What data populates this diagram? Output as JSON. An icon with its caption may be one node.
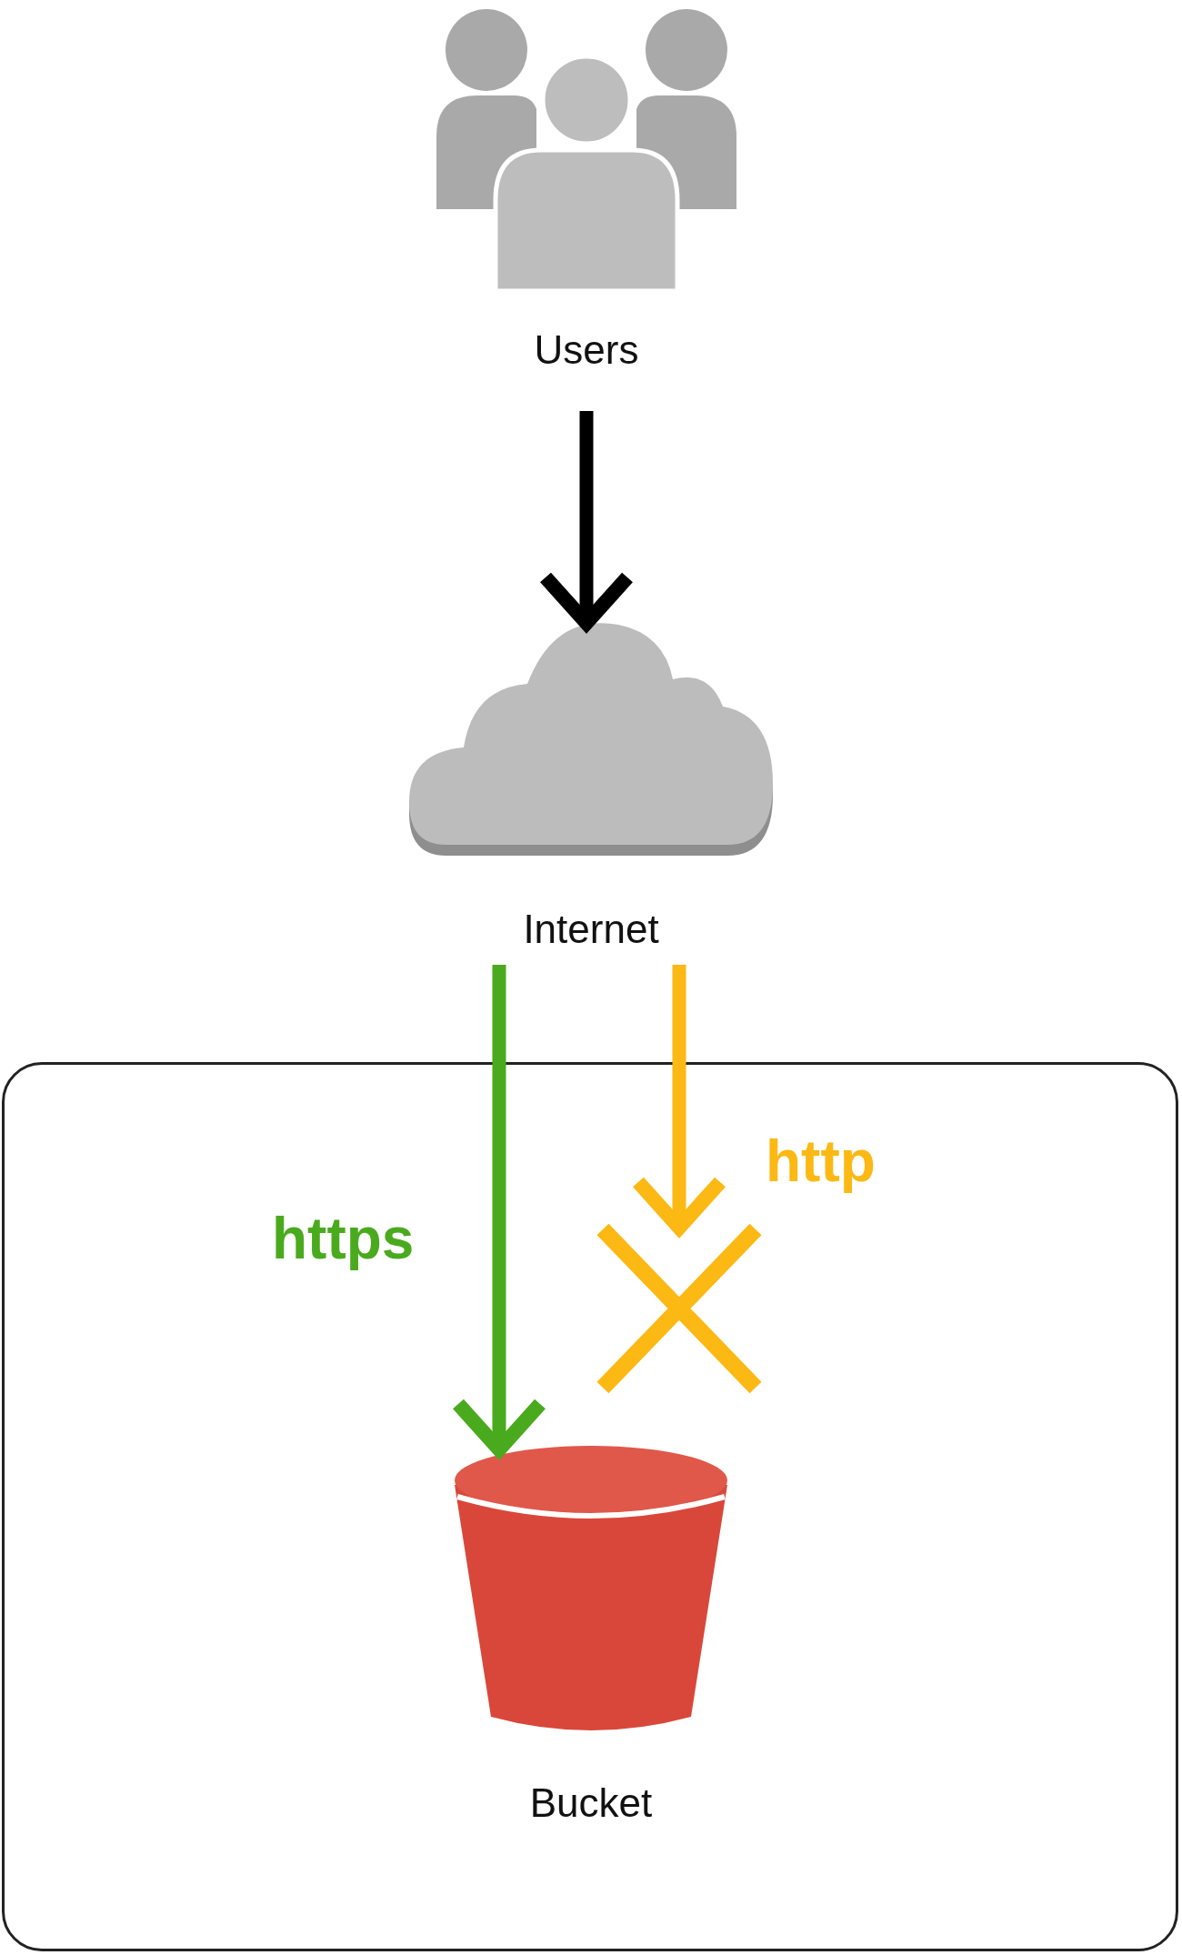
{
  "diagram": {
    "nodes": [
      {
        "text": [
          "Users"
        ]
      },
      {
        "text": [
          "Internet"
        ]
      },
      {
        "text": [],
        "shape": "box"
      },
      {
        "text": [
          "Bucket"
        ],
        "in": 2
      },
      {
        "text": [],
        "shape": "cross",
        "in": 2
      }
    ],
    "edges": [
      {
        "from": 0,
        "to": 1,
        "arrow": "to",
        "color": "#000000"
      },
      {
        "from": 1,
        "to": 3,
        "arrow": "to",
        "label": "https",
        "color": "#4aaa1e"
      },
      {
        "from": 1,
        "to": 4,
        "arrow": "to",
        "label": "http",
        "color": "#fcb813"
      }
    ]
  }
}
